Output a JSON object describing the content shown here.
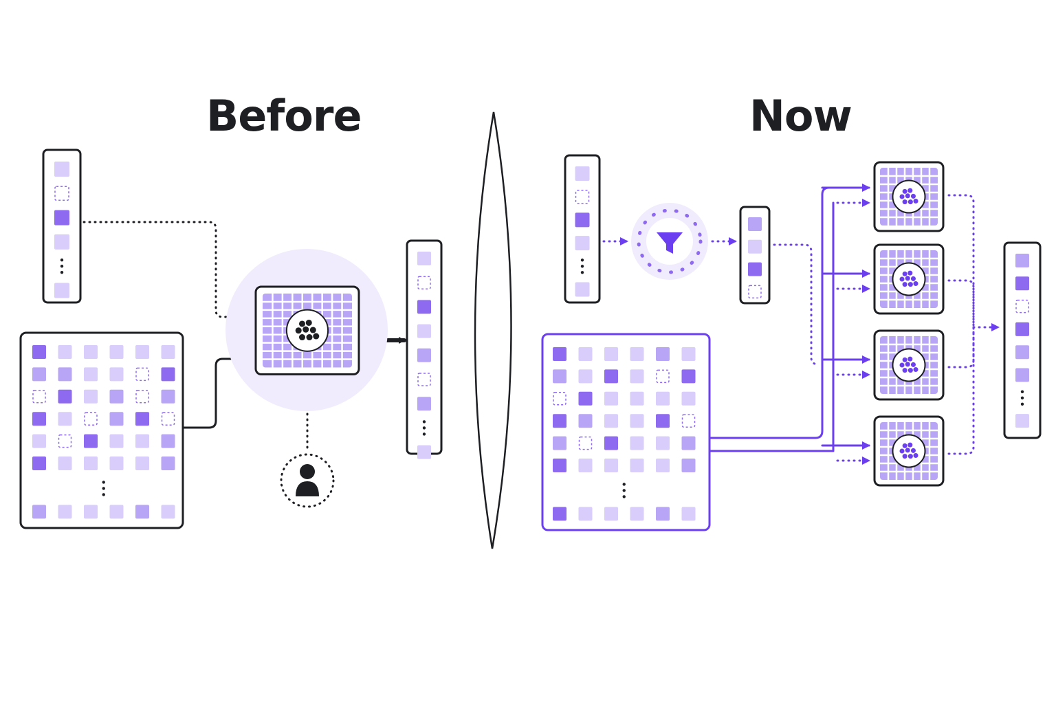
{
  "titles": {
    "before": "Before",
    "now": "Now"
  },
  "colors": {
    "ink": "#1e1f23",
    "accent": "#6b3ff0",
    "strong": "#8d6aef",
    "medium": "#b8a5f5",
    "light": "#d8cdfb",
    "halo": "#f1ecfd"
  },
  "icons": {
    "model": "cluster-icon",
    "filter": "funnel-icon",
    "human": "person-icon",
    "ellipsis": "vertical-dots-icon"
  },
  "before": {
    "query_column": [
      "light",
      "empty",
      "strong",
      "light",
      "dots",
      "light"
    ],
    "output_column": [
      "light",
      "empty",
      "strong",
      "light",
      "medium",
      "empty",
      "medium",
      "dots",
      "light"
    ],
    "matrix_rows": [
      [
        "strong",
        "light",
        "light",
        "light",
        "light",
        "light"
      ],
      [
        "medium",
        "medium",
        "light",
        "light",
        "empty",
        "strong"
      ],
      [
        "empty",
        "strong",
        "light",
        "medium",
        "empty",
        "medium"
      ],
      [
        "strong",
        "light",
        "empty",
        "medium",
        "strong",
        "empty"
      ],
      [
        "light",
        "empty",
        "strong",
        "light",
        "light",
        "medium"
      ],
      [
        "strong",
        "light",
        "light",
        "light",
        "light",
        "medium"
      ],
      [
        "dots"
      ],
      [
        "medium",
        "light",
        "light",
        "light",
        "medium",
        "light"
      ]
    ]
  },
  "now": {
    "query_column": [
      "light",
      "empty",
      "strong",
      "light",
      "dots",
      "light"
    ],
    "filtered_column": [
      "medium",
      "light",
      "strong",
      "empty"
    ],
    "output_column": [
      "medium",
      "strong",
      "empty",
      "strong",
      "medium",
      "medium",
      "dots",
      "light"
    ],
    "matrix_rows": [
      [
        "strong",
        "light",
        "light",
        "light",
        "medium",
        "light"
      ],
      [
        "medium",
        "light",
        "strong",
        "light",
        "empty",
        "strong"
      ],
      [
        "empty",
        "strong",
        "light",
        "light",
        "light",
        "light"
      ],
      [
        "strong",
        "medium",
        "light",
        "light",
        "strong",
        "empty"
      ],
      [
        "medium",
        "empty",
        "strong",
        "light",
        "light",
        "medium"
      ],
      [
        "strong",
        "light",
        "light",
        "light",
        "light",
        "medium"
      ],
      [
        "dots"
      ],
      [
        "strong",
        "light",
        "light",
        "light",
        "medium",
        "light"
      ]
    ],
    "model_count": 4
  }
}
